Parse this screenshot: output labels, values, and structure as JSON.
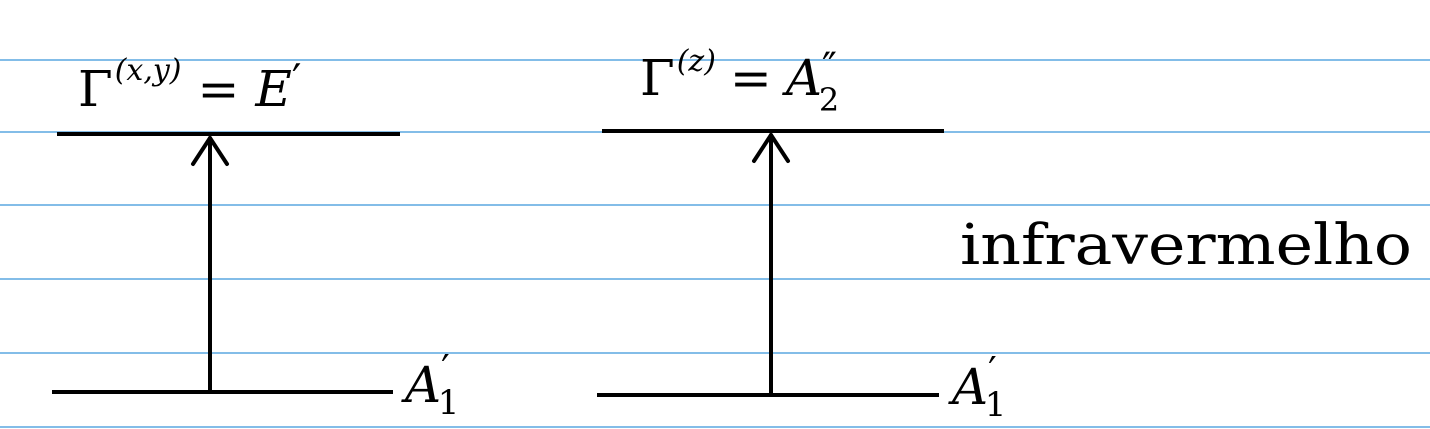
{
  "diagram": {
    "left": {
      "upper_label": {
        "gamma": "Γ",
        "superscript": "(x,y)",
        "equals": "=",
        "symbol": "E",
        "prime": "′"
      },
      "lower_label": {
        "symbol": "A",
        "prime": "′",
        "subscript": "1"
      }
    },
    "right": {
      "upper_label": {
        "gamma": "Γ",
        "superscript": "(z)",
        "equals": "=",
        "symbol": "A",
        "prime": "″",
        "subscript": "2"
      },
      "lower_label": {
        "symbol": "A",
        "prime": "′",
        "subscript": "1"
      }
    },
    "annotation": "infravermelho"
  },
  "colors": {
    "ruled_lines": "#5aa7e0",
    "ink": "#000000",
    "background": "#ffffff"
  }
}
